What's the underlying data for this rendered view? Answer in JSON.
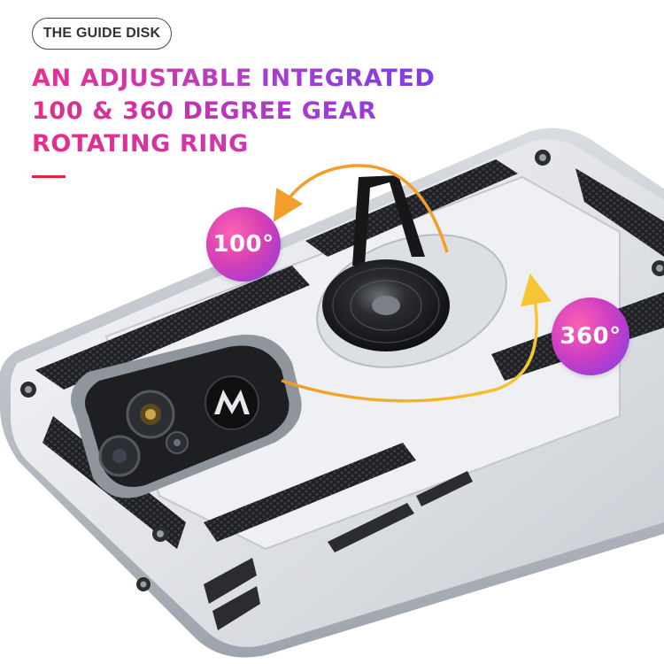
{
  "badge_label": "THE GUIDE DISK",
  "headline": {
    "line1": "AN ADJUSTABLE INTEGRATED",
    "line2": "100 & 360 DEGREE GEAR",
    "line3": "ROTATING RING"
  },
  "callouts": {
    "small_angle": "100°",
    "full_angle": "360°"
  },
  "brand_logo_icon": "motorola-m-logo-icon",
  "colors": {
    "headline_pink": "#e8308f",
    "headline_purple": "#6a3cf0",
    "accent_red": "#e0262e",
    "arrow_orange": "#f1a12a",
    "arrow_yellow": "#f5c934",
    "case_silver": "#e7e9ec",
    "ring_black": "#1b1b1b"
  }
}
